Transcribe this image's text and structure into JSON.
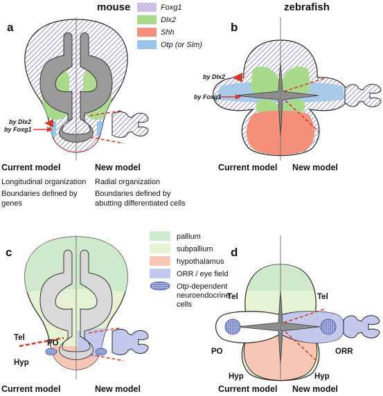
{
  "headers": {
    "left": "mouse",
    "right": "zebrafish"
  },
  "panels": {
    "a": "a",
    "b": "b",
    "c": "c",
    "d": "d"
  },
  "legend_top": [
    {
      "label": "Foxg1",
      "color": "#c8b7e0"
    },
    {
      "label": "Dlx2",
      "color": "#a9d98a"
    },
    {
      "label": "Shh",
      "color": "#f4907a"
    },
    {
      "label": "Otp (or Sim)",
      "color": "#9cc4e6"
    }
  ],
  "legend_bottom": [
    {
      "label": "pallium",
      "color": "#cfe9cc"
    },
    {
      "label": "subpallium",
      "color": "#e6f2d4"
    },
    {
      "label": "hypothalamus",
      "color": "#f8c6b4"
    },
    {
      "label": "ORR / eye field",
      "color": "#c4c8ec"
    },
    {
      "label_italic": "Otp",
      "label_rest": "-dependent",
      "label_line2": "neuroendocrine",
      "label_line3": "cells"
    }
  ],
  "arrows": {
    "dlx2": "by Dlx2",
    "foxg1": "by Foxg1"
  },
  "models": {
    "current": "Current model",
    "new": "New model",
    "current_desc": [
      "Longitudinal organization",
      "Boundaries defined by",
      "genes"
    ],
    "new_desc": [
      "Radial organization",
      "Boundaries defined by",
      "abutting differentiated cells"
    ]
  },
  "regions": {
    "tel": "Tel",
    "hyp": "Hyp",
    "po": "PO",
    "orr": "ORR"
  }
}
